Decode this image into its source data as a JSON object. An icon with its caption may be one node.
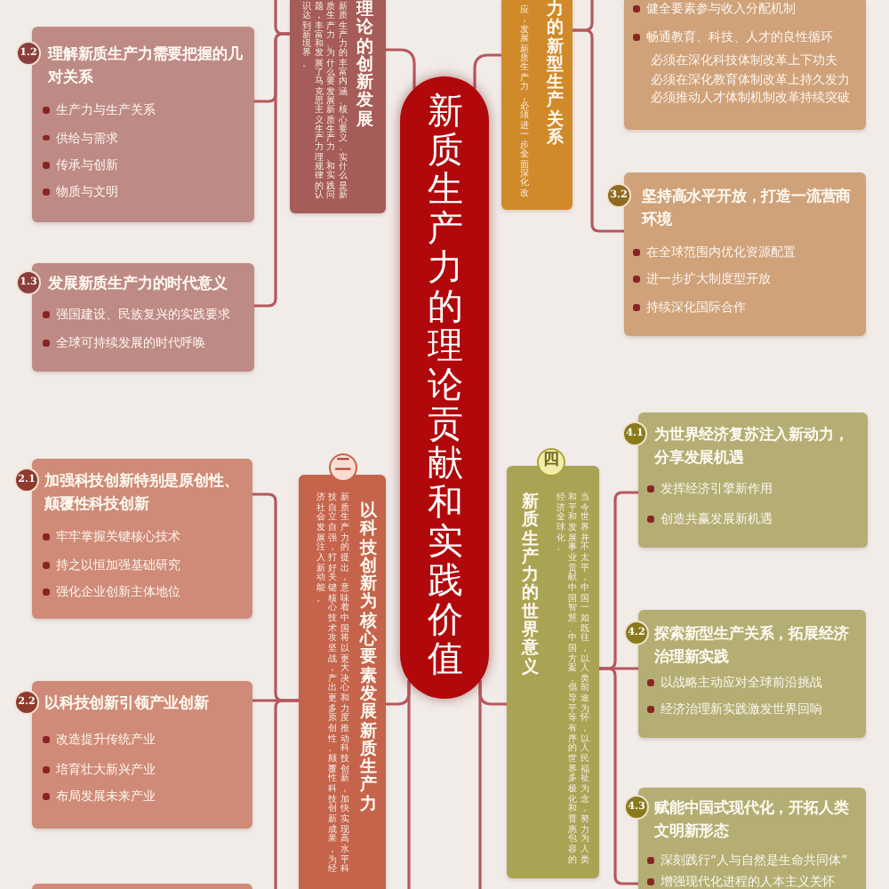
{
  "diagram": {
    "nodes": [
      {
        "text": [
          "新质生产力的理论贡献和实践价值"
        ]
      },
      {
        "text": [
          "新质生产力的丰富内涵、核心要义、实什么是新质生产力、为什么要发展新质生产力、和实践问题，丰富和发展了马克思主义生产力理规律的认识达到新境界。",
          "理论的创新发展"
        ]
      },
      {
        "text": [
          "1.2",
          "理解新质生产力需要把握的几对关系",
          "生产力与生产关系",
          "供给与需求",
          "传承与创新",
          "物质与文明"
        ]
      },
      {
        "text": [
          "1.3",
          "发展新质生产力的时代意义",
          "强国建设、民族复兴的实践要求",
          "全球可持续发展的时代呼唤"
        ]
      },
      {
        "text": [
          "二",
          "新质生产力的提出，意味着中国将以更大决心和力度推动科技创新，加快实现高水平科技自立自强，打好关键核心技术攻坚战，产出更多原创性、颠覆性科技创新成果，为经济社会发展注入新动能。",
          "以科技创新为核心要素发展新质生产力"
        ]
      },
      {
        "text": [
          "2.1",
          "加强科技创新特别是原创性、颠覆性科技创新",
          "牢牢掌握关键核心技术",
          "持之以恒加强基础研究",
          "强化企业创新主体地位"
        ]
      },
      {
        "text": [
          "2.2",
          "以科技创新引领产业创新",
          "改造提升传统产业",
          "培育壮大新兴产业",
          "布局发展未来产业"
        ]
      },
      {
        "text": [],
        "shape": "box"
      },
      {
        "text": [
          "应，发展新质生产力，必须进一步全面深化改",
          "力的新型生产关系"
        ]
      },
      {
        "text": [
          "健全要素参与收入分配机制",
          "畅通教育、科技、人才的良性循环",
          "必须在深化科技体制改革上下功夫",
          "必须在深化教育体制改革上持久发力",
          "必须推动人才体制机制改革持续突破"
        ]
      },
      {
        "text": [
          "3.2",
          "坚持高水平开放，打造一流营商环境",
          "在全球范围内优化资源配置",
          "进一步扩大制度型开放",
          "持续深化国际合作"
        ]
      },
      {
        "text": [
          "四",
          "新质生产力的世界意义",
          "当今世界并不太平，中国一如既往，以人类前途为怀，以人民福祉为念，努力为人类和平和发展事业贡献中国智慧、中国方案，倡导平等有序的世界多极化和普惠包容的经济全球化。"
        ]
      },
      {
        "text": [
          "4.1",
          "为世界经济复苏注入新动力，分享发展机遇",
          "发挥经济引擎新作用",
          "创造共赢发展新机遇"
        ]
      },
      {
        "text": [
          "4.2",
          "探索新型生产关系，拓展经济治理新实践",
          "以战略主动应对全球前沿挑战",
          "经济治理新实践激发世界回响"
        ]
      },
      {
        "text": [
          "4.3",
          "赋能中国式现代化，开拓人类文明新形态",
          "深刻践行“人与自然是生命共同体”",
          "增强现代化进程的人本主义关怀"
        ]
      }
    ],
    "edges": [
      {
        "from": 0,
        "to": 1,
        "arrow": "none"
      },
      {
        "from": 0,
        "to": 8,
        "arrow": "none"
      },
      {
        "from": 0,
        "to": 4,
        "arrow": "none"
      },
      {
        "from": 0,
        "to": null,
        "arrow": "none"
      },
      {
        "from": 0,
        "to": 11,
        "arrow": "none"
      },
      {
        "from": 0,
        "to": null,
        "arrow": "none"
      },
      {
        "from": 1,
        "to": null,
        "arrow": "none"
      },
      {
        "from": 1,
        "to": 2,
        "arrow": "none"
      },
      {
        "from": 1,
        "to": 3,
        "arrow": "none"
      },
      {
        "from": 4,
        "to": 5,
        "arrow": "none"
      },
      {
        "from": 4,
        "to": 6,
        "arrow": "none"
      },
      {
        "from": 4,
        "to": null,
        "arrow": "none"
      },
      {
        "from": 8,
        "to": null,
        "arrow": "none"
      },
      {
        "from": 8,
        "to": 10,
        "arrow": "none"
      },
      {
        "from": 11,
        "to": 12,
        "arrow": "none"
      },
      {
        "from": 11,
        "to": 13,
        "arrow": "none"
      },
      {
        "from": 11,
        "to": 14,
        "arrow": "none"
      }
    ]
  }
}
